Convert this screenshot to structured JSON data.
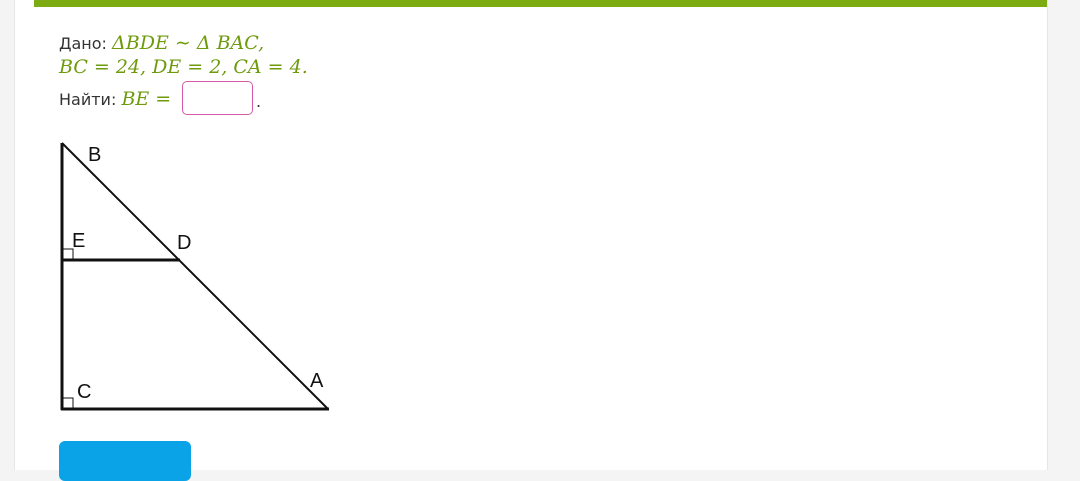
{
  "task": {
    "given_label": "Дано:",
    "given_similarity": "ΔBDE ∼ Δ BAC,",
    "given_values": "BC = 24, DE = 2, CA = 4.",
    "find_label": "Найти:",
    "find_expr": "BE =",
    "answer_value": "",
    "answer_suffix": "."
  },
  "figure": {
    "labels": {
      "b": "B",
      "e": "E",
      "d": "D",
      "c": "C",
      "a": "A"
    }
  },
  "colors": {
    "accent_bar": "#7dab12",
    "math_text": "#6e9a0c",
    "answer_border": "#d45ba8",
    "button": "#0aa3e8"
  }
}
